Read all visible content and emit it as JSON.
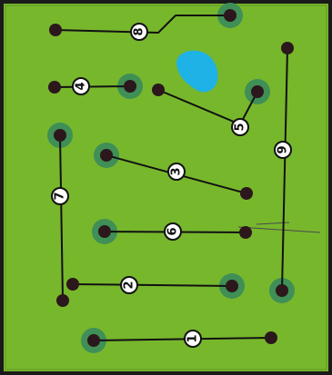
{
  "puzzle": {
    "colors": {
      "board": "#77b72c",
      "frame": "#1a1a1a",
      "line": "#111111",
      "tee_dot": "#2b171c",
      "hole_halo": "#3f8f56",
      "water": "#1fb2e6",
      "label_fill": "#ffffff"
    },
    "water_hazard": {
      "name": "pond"
    },
    "holes": [
      {
        "number": "1",
        "rotation": -90
      },
      {
        "number": "2",
        "rotation": -90
      },
      {
        "number": "3",
        "rotation": -90
      },
      {
        "number": "4",
        "rotation": -90
      },
      {
        "number": "5",
        "rotation": -90
      },
      {
        "number": "6",
        "rotation": -90
      },
      {
        "number": "7",
        "rotation": -90
      },
      {
        "number": "8",
        "rotation": -90
      },
      {
        "number": "9",
        "rotation": -90
      }
    ]
  }
}
